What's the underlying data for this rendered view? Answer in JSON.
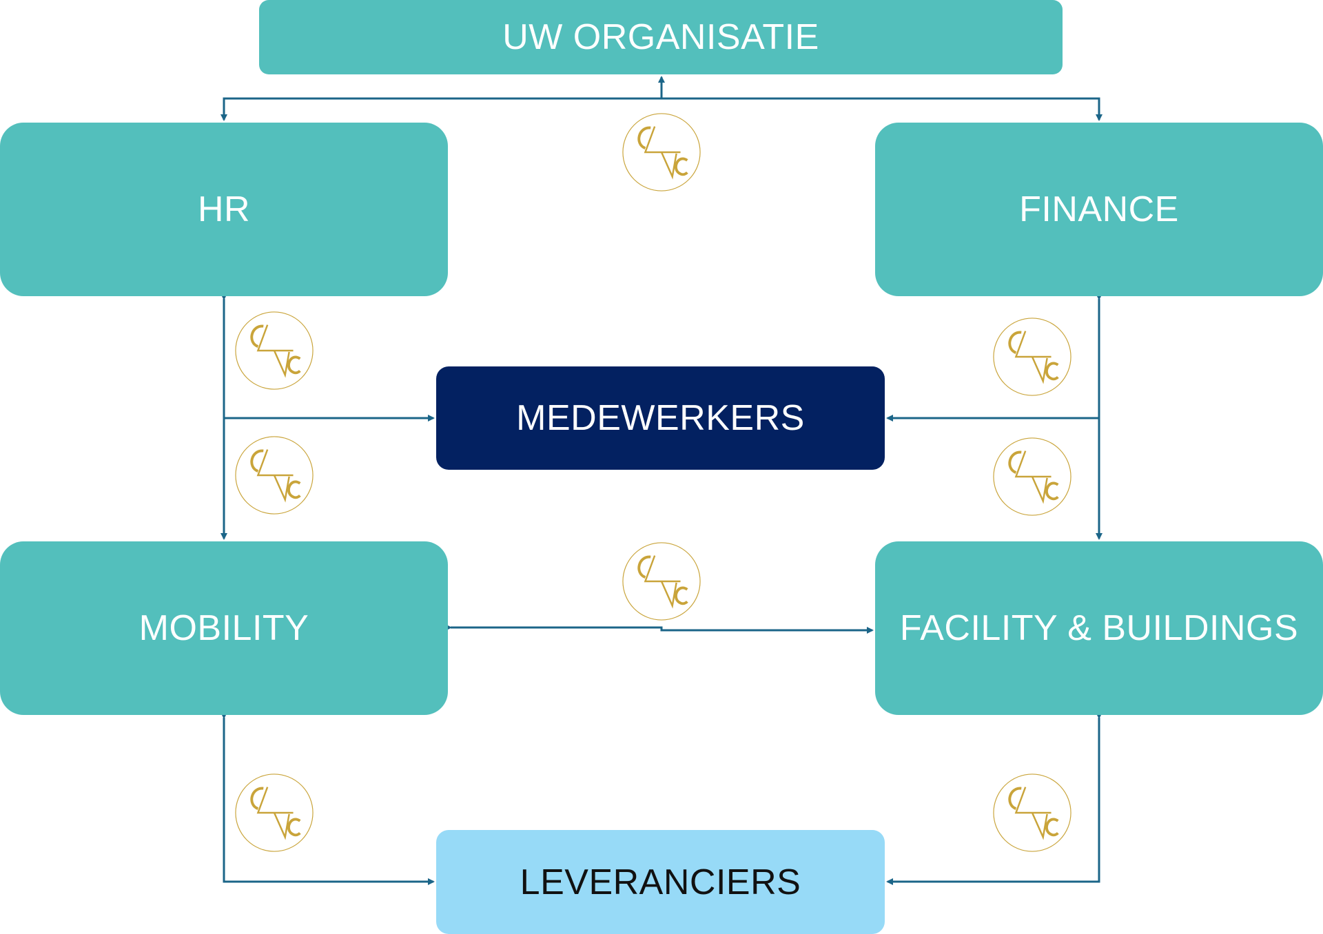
{
  "colors": {
    "teal_box": "#53bfbc",
    "employees_box": "#032161",
    "suppliers_box": "#97daf7",
    "connector": "#1b6588",
    "seal_gold": "#c9a43a"
  },
  "boxes": {
    "organisation": "UW ORGANISATIE",
    "hr": "HR",
    "finance": "FINANCE",
    "employees": "MEDEWERKERS",
    "mobility": "MOBILITY",
    "facility": "FACILITY & BUILDINGS",
    "suppliers": "LEVERANCIERS"
  },
  "seal_icon": "c4c-gold-monogram-seal"
}
